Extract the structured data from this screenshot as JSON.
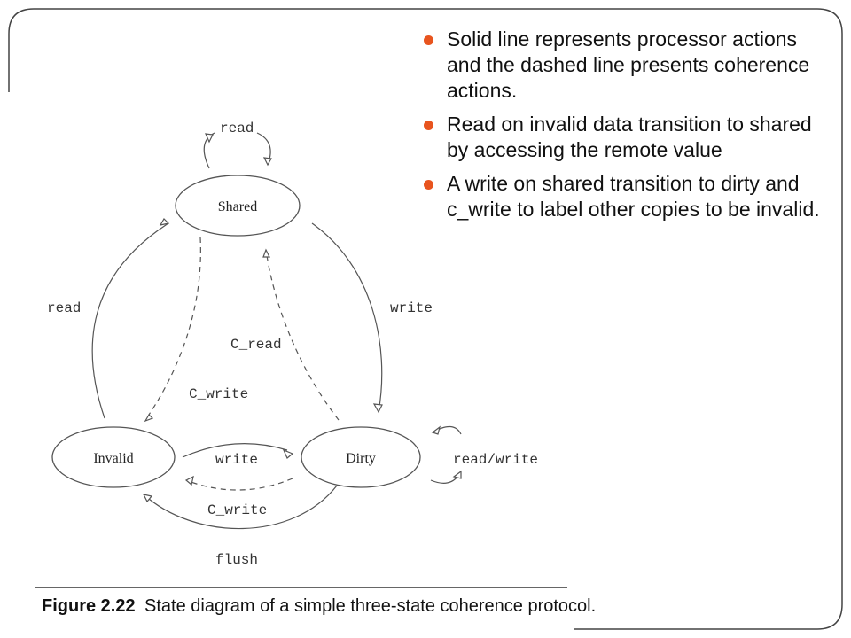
{
  "slide": {
    "bullets": [
      "Solid line represents processor actions and the dashed line presents coherence actions.",
      "Read on invalid data transition to shared by accessing the remote value",
      "A write on shared transition to dirty and c_write to label other copies to be invalid."
    ],
    "accent_color": "#e8541e"
  },
  "diagram": {
    "states": {
      "shared": "Shared",
      "invalid": "Invalid",
      "dirty": "Dirty"
    },
    "edge_labels": {
      "shared_self": "read",
      "invalid_to_shared": "read",
      "shared_to_dirty": "write",
      "dirty_to_shared": "C_read",
      "shared_to_invalid": "C_write",
      "invalid_to_dirty": "write",
      "dirty_to_invalid_dashed": "C_write",
      "dirty_self": "read/write",
      "dirty_to_invalid_flush": "flush"
    },
    "caption": {
      "figure": "Figure 2.22",
      "text": "State diagram of a simple three-state coherence protocol."
    }
  }
}
